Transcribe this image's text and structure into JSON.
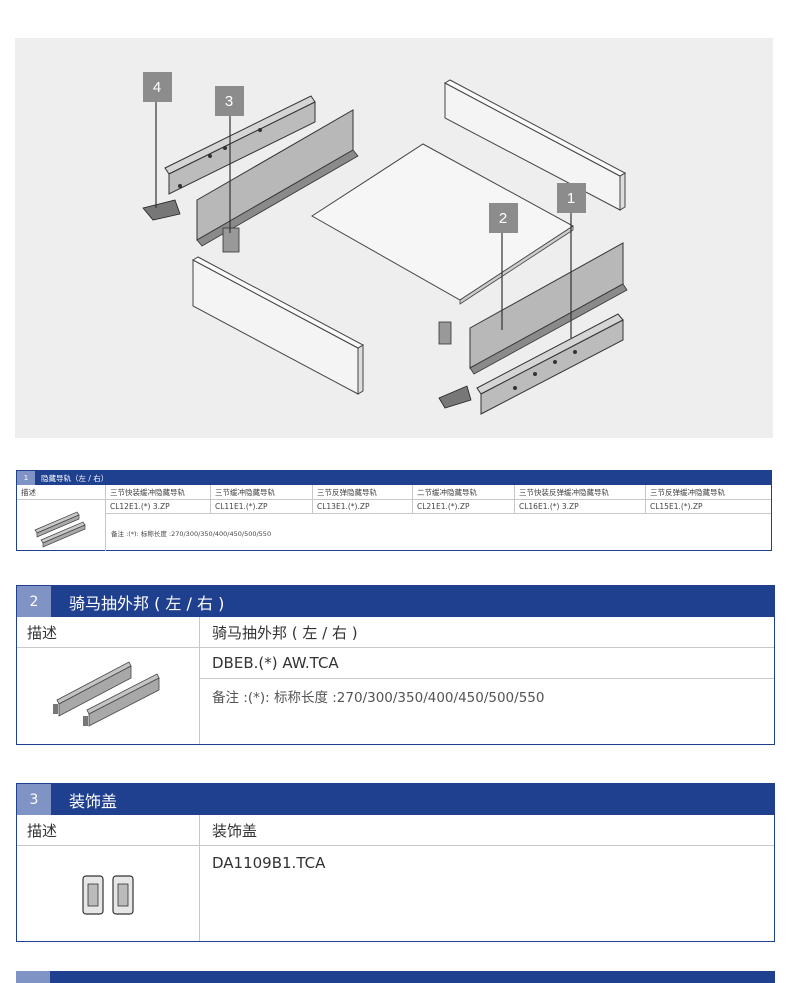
{
  "diagram": {
    "callouts": [
      "4",
      "3",
      "2",
      "1"
    ]
  },
  "table1": {
    "number": "1",
    "title": "隐藏导轨（左 / 右）",
    "desc_label": "描述",
    "columns": [
      "三节快装缓冲隐藏导轨",
      "三节缓冲隐藏导轨",
      "三节反弹隐藏导轨",
      "二节缓冲隐藏导轨",
      "三节快装反弹缓冲隐藏导轨",
      "三节反弹缓冲隐藏导轨"
    ],
    "codes": [
      "CL12E1.(*) 3.ZP",
      "CL11E1.(*).ZP",
      "CL13E1.(*).ZP",
      "CL21E1.(*).ZP",
      "CL16E1.(*) 3.ZP",
      "CL15E1.(*).ZP"
    ],
    "note": "备注 :(*): 标称长度 :270/300/350/400/450/500/550"
  },
  "table2": {
    "number": "2",
    "title": "骑马抽外邦 ( 左 / 右 )",
    "desc_label": "描述",
    "desc_value": "骑马抽外邦 ( 左 / 右 )",
    "code": "DBEB.(*) AW.TCA",
    "note": "备注 :(*): 标称长度 :270/300/350/400/450/500/550"
  },
  "table3": {
    "number": "3",
    "title": "装饰盖",
    "desc_label": "描述",
    "desc_value": "装饰盖",
    "code": "DA1109B1.TCA"
  },
  "colors": {
    "header_blue": "#1f3f8f",
    "number_badge": "#7f93c4",
    "callout_gray": "#8c8c8c",
    "diagram_bg": "#eeeeee"
  }
}
